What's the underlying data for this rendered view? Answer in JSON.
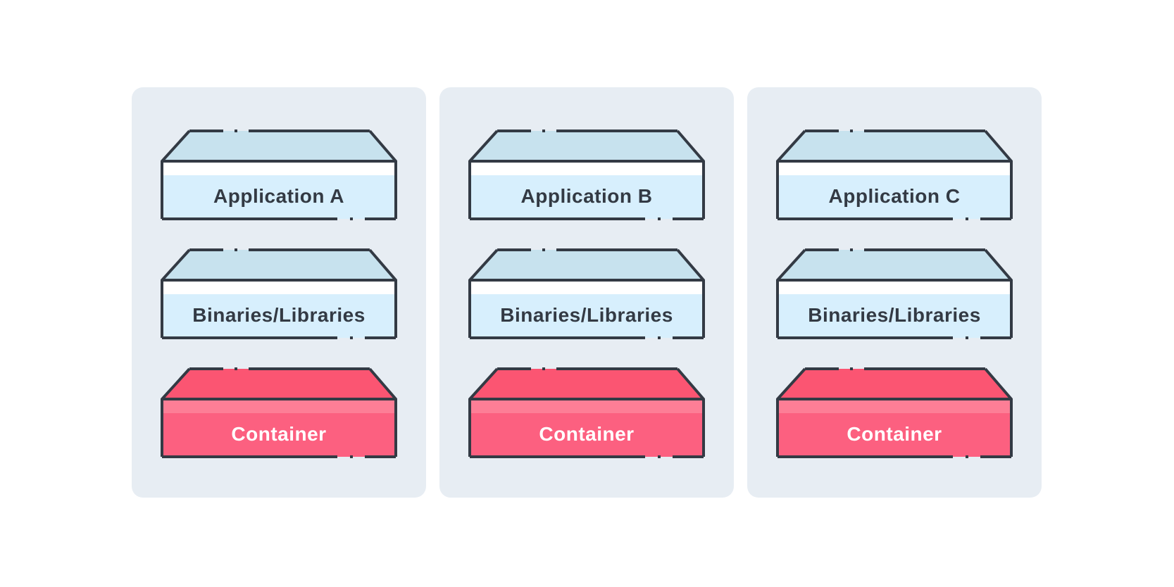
{
  "colors": {
    "page_bg": "#ffffff",
    "panel_bg": "#e7edf3",
    "stroke": "#333a44",
    "blue_top": "#c7e2ee",
    "blue_strip": "#ffffff",
    "blue_front": "#d7effd",
    "pink_top": "#fb5572",
    "pink_strip": "#fd7e96",
    "pink_front": "#fc6080",
    "label_dark": "#333a44",
    "label_light": "#ffffff"
  },
  "columns": [
    {
      "name": "stack-a",
      "layers": [
        {
          "label": "Application A",
          "variant": "blue"
        },
        {
          "label": "Binaries/Libraries",
          "variant": "blue"
        },
        {
          "label": "Container",
          "variant": "pink"
        }
      ]
    },
    {
      "name": "stack-b",
      "layers": [
        {
          "label": "Application B",
          "variant": "blue"
        },
        {
          "label": "Binaries/Libraries",
          "variant": "blue"
        },
        {
          "label": "Container",
          "variant": "pink"
        }
      ]
    },
    {
      "name": "stack-c",
      "layers": [
        {
          "label": "Application C",
          "variant": "blue"
        },
        {
          "label": "Binaries/Libraries",
          "variant": "blue"
        },
        {
          "label": "Container",
          "variant": "pink"
        }
      ]
    }
  ]
}
